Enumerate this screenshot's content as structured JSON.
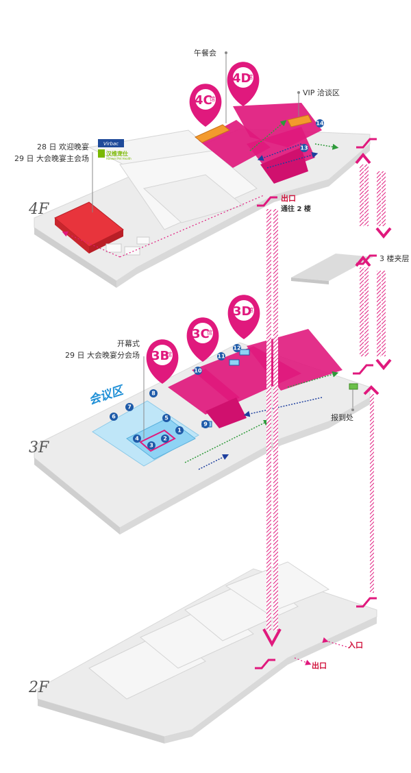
{
  "floors": [
    {
      "id": "4F",
      "label": "4F"
    },
    {
      "id": "3F",
      "label": "3F"
    },
    {
      "id": "2F",
      "label": "2F"
    }
  ],
  "halls": {
    "h4C": {
      "main": "4C",
      "sub": "馆"
    },
    "h4D": {
      "main": "4D",
      "sub": "馆"
    },
    "h3B": {
      "main": "3B",
      "sub": "馆"
    },
    "h3C": {
      "main": "3C",
      "sub": "馆"
    },
    "h3D": {
      "main": "3D",
      "sub": "馆"
    }
  },
  "callouts": {
    "lunch": "午餐会",
    "vip": "VIP 洽谈区",
    "welcome_dinner": "28 日 欢迎晚宴",
    "main_dinner": "29 日 大会晚宴主会场",
    "opening": "开幕式",
    "sub_dinner": "29 日 大会晚宴分会场",
    "mezzanine": "3 楼夹层",
    "registration": "报到处",
    "meeting_zone": "会议区"
  },
  "exits": {
    "f4_exit": "出口",
    "f4_exit_note": "通往 2 楼",
    "f2_entrance": "入口",
    "f2_exit": "出口"
  },
  "sponsors": {
    "virbac": "Virbac",
    "hanwei_cn": "汉维宠仕",
    "hanwei_en": "Hanwei Pet Health"
  },
  "rooms": [
    "1",
    "2",
    "3",
    "4",
    "5",
    "6",
    "7",
    "8",
    "9",
    "10",
    "11",
    "12",
    "13",
    "14"
  ],
  "colors": {
    "hall": "#e0197d",
    "accent": "#e0197d",
    "meeting": "#8fd3f4",
    "meeting_dark": "#1e5aa8",
    "dinner": "#e8343c",
    "vip": "#f39a2d",
    "floor": "#e9e9e9",
    "registration": "#6cc04a"
  }
}
